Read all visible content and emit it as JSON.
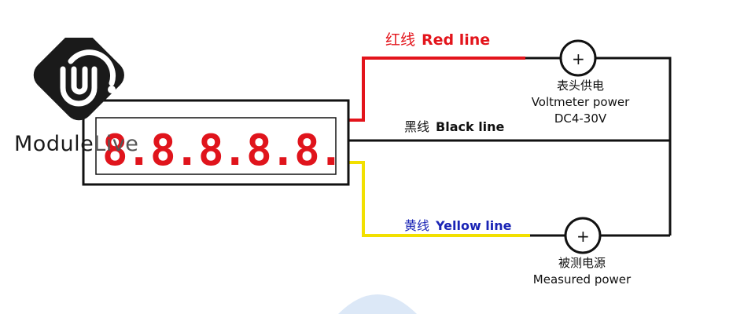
{
  "logo": {
    "name_part1": "Module",
    "name_part2": "Live",
    "badge_color": "#1a1a1a",
    "icon": "module-live-logo-icon"
  },
  "display": {
    "digits": "8.8.8.8.8.",
    "digit_color": "#e0141c"
  },
  "wires": {
    "red": {
      "cn": "红线",
      "en": "Red line",
      "color": "#e3141b"
    },
    "black": {
      "cn": "黑线",
      "en": "Black line",
      "color": "#111111"
    },
    "yellow": {
      "cn": "黄线",
      "en": "Yellow line",
      "color": "#f2e000"
    }
  },
  "power_source": {
    "cn": "表头供电",
    "en": "Voltmeter power",
    "range": "DC4-30V",
    "symbol": "+"
  },
  "measured_source": {
    "cn": "被测电源",
    "en": "Measured power",
    "symbol": "+"
  }
}
